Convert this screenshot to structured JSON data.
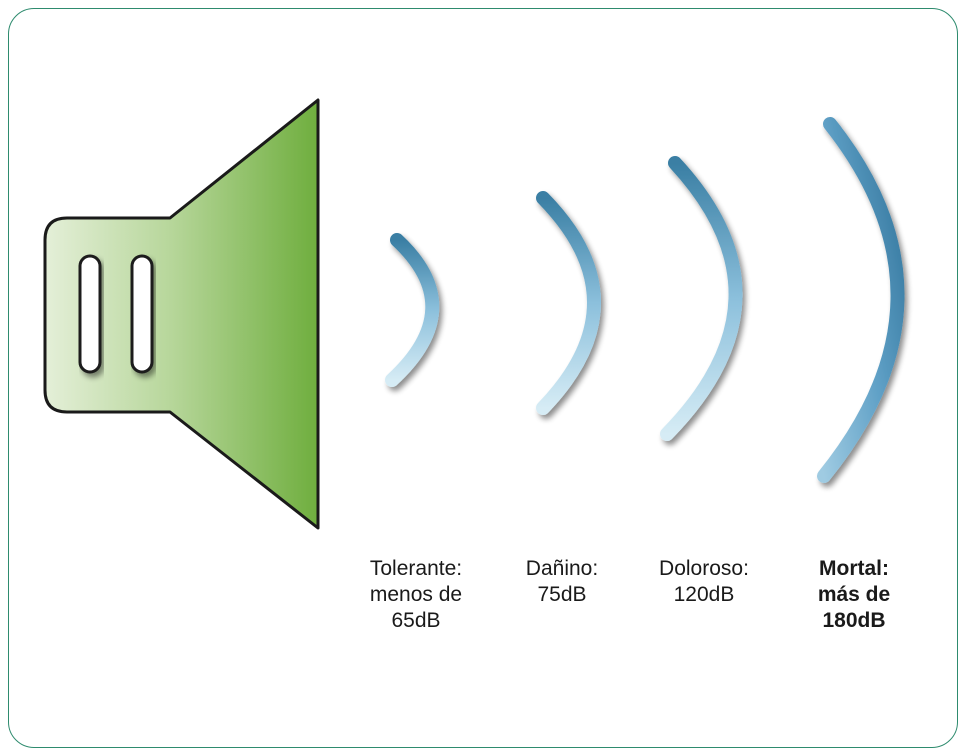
{
  "levels": [
    {
      "label": "Tolerante:\nmenos de\n65dB",
      "bold": false
    },
    {
      "label": "Dañino:\n75dB",
      "bold": false
    },
    {
      "label": "Doloroso:\n120dB",
      "bold": false
    },
    {
      "label": "Mortal:\nmás de\n180dB",
      "bold": true
    }
  ],
  "colors": {
    "frame": "#2e8b6e",
    "speaker_light": "#e4efd8",
    "speaker_dark": "#6fae3e",
    "wave_light": "#c9e3f0",
    "wave_dark": "#3a87ad"
  },
  "icons": {
    "speaker": "speaker-icon",
    "wave": "sound-wave-icon"
  }
}
